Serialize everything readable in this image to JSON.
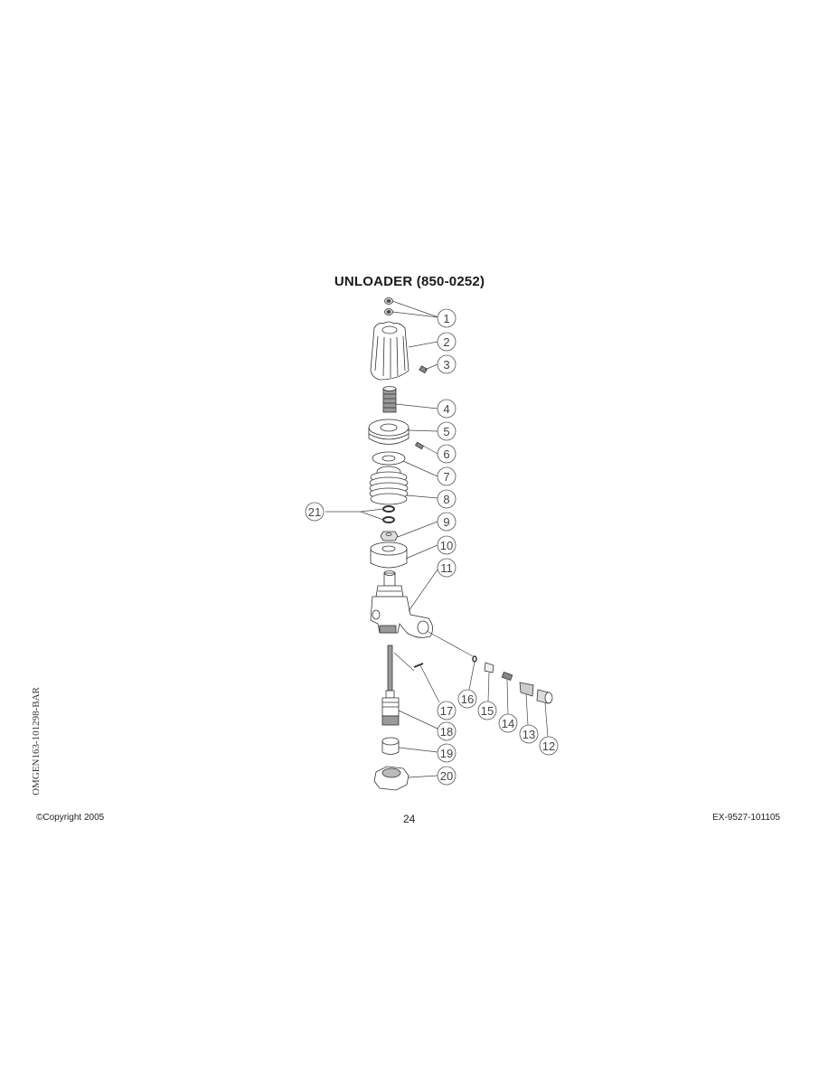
{
  "page": {
    "title": "UNLOADER  (850-0252)",
    "side_code": "OMGEN163-101298-BAR",
    "footer": {
      "copyright": "©Copyright 2005",
      "page_number": "24",
      "document_code": "EX-9527-101105"
    }
  },
  "diagram": {
    "type": "exploded-parts-view",
    "callouts": [
      {
        "id": "1",
        "label": "1"
      },
      {
        "id": "2",
        "label": "2"
      },
      {
        "id": "3",
        "label": "3"
      },
      {
        "id": "4",
        "label": "4"
      },
      {
        "id": "5",
        "label": "5"
      },
      {
        "id": "6",
        "label": "6"
      },
      {
        "id": "7",
        "label": "7"
      },
      {
        "id": "8",
        "label": "8"
      },
      {
        "id": "9",
        "label": "9"
      },
      {
        "id": "10",
        "label": "10"
      },
      {
        "id": "11",
        "label": "11"
      },
      {
        "id": "12",
        "label": "12"
      },
      {
        "id": "13",
        "label": "13"
      },
      {
        "id": "14",
        "label": "14"
      },
      {
        "id": "15",
        "label": "15"
      },
      {
        "id": "16",
        "label": "16"
      },
      {
        "id": "17",
        "label": "17"
      },
      {
        "id": "18",
        "label": "18"
      },
      {
        "id": "19",
        "label": "19"
      },
      {
        "id": "20",
        "label": "20"
      },
      {
        "id": "21",
        "label": "21"
      }
    ]
  }
}
